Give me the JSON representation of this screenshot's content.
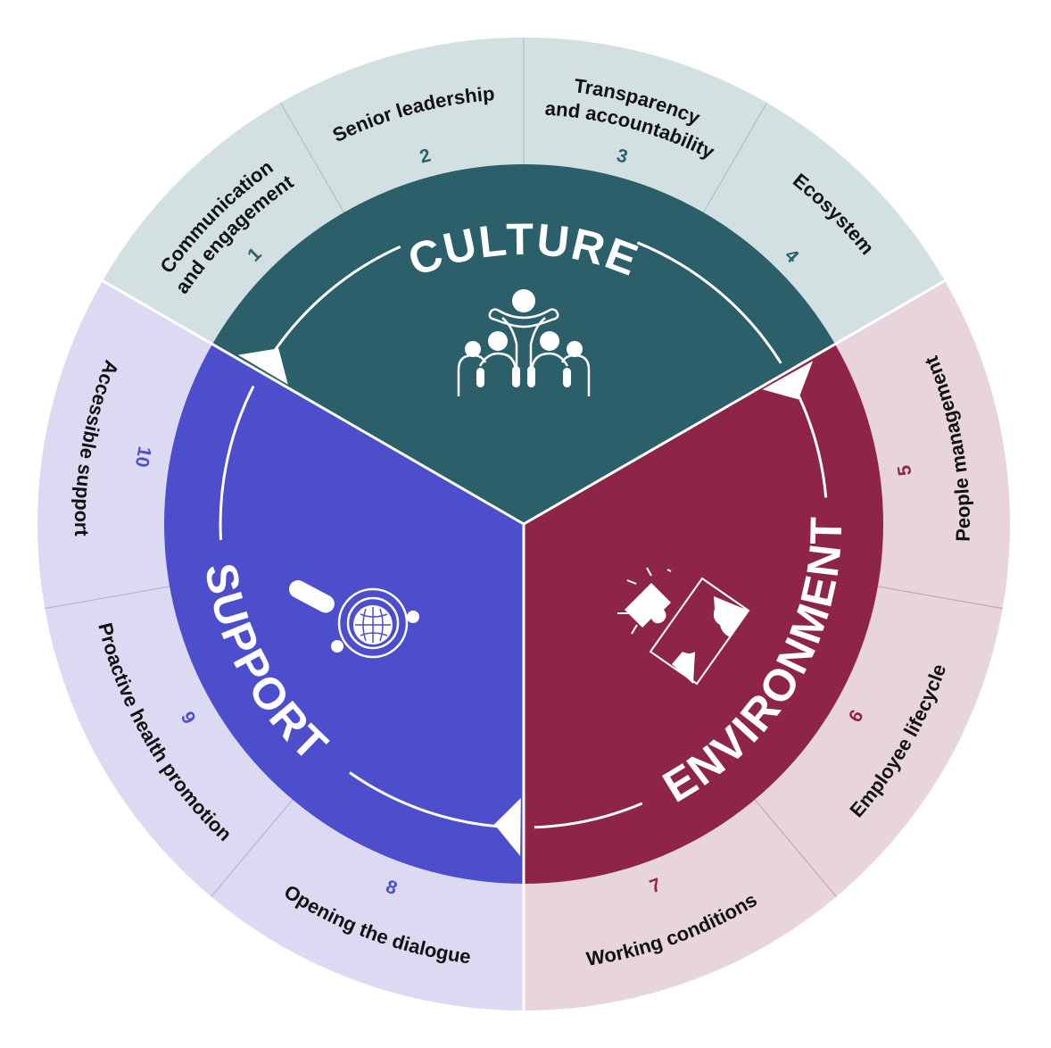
{
  "colors": {
    "culture": "#2b5f6a",
    "culture_light": "#d3e0e1",
    "environment": "#8e2447",
    "environment_light": "#e8d4dc",
    "support": "#4d4ecb",
    "support_light": "#dcdaf3"
  },
  "pillars": {
    "culture": {
      "title": "CULTURE",
      "icon": "people-group-icon"
    },
    "environment": {
      "title": "ENVIRONMENT",
      "icon": "puzzle-icon"
    },
    "support": {
      "title": "SUPPORT",
      "icon": "magnifier-globe-icon"
    }
  },
  "segments": [
    {
      "number": "1",
      "lines": [
        "Communication",
        "and engagement"
      ]
    },
    {
      "number": "2",
      "lines": [
        "Senior leadership"
      ]
    },
    {
      "number": "3",
      "lines": [
        "Transparency",
        "and accountability"
      ]
    },
    {
      "number": "4",
      "lines": [
        "Ecosystem"
      ]
    },
    {
      "number": "5",
      "lines": [
        "People management"
      ]
    },
    {
      "number": "6",
      "lines": [
        "Employee lifecycle"
      ]
    },
    {
      "number": "7",
      "lines": [
        "Working conditions"
      ]
    },
    {
      "number": "8",
      "lines": [
        "Opening the dialogue"
      ]
    },
    {
      "number": "9",
      "lines": [
        "Proactive health promotion"
      ]
    },
    {
      "number": "10",
      "lines": [
        "Accessible support"
      ]
    }
  ]
}
